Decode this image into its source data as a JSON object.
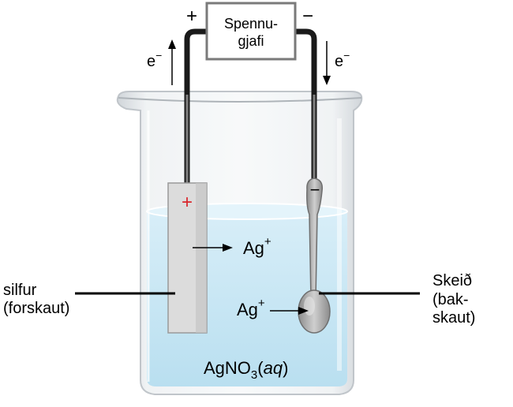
{
  "power_supply": {
    "label_line1": "Spennu-",
    "label_line2": "gjafi",
    "plus_sign": "+",
    "minus_sign": "−"
  },
  "electron_flow": {
    "left_label": "e",
    "left_sup": "−",
    "right_label": "e",
    "right_sup": "−"
  },
  "anode": {
    "sign": "+",
    "label_line1": "silfur",
    "label_line2": "(forskaut)"
  },
  "cathode": {
    "sign": "−",
    "label_line1": "Skeið",
    "label_line2": "(bak-",
    "label_line3": "skaut)"
  },
  "ions": {
    "ion1_base": "Ag",
    "ion1_sup": "+",
    "ion2_base": "Ag",
    "ion2_sup": "+"
  },
  "solution": {
    "formula_part1": "AgNO",
    "formula_sub": "3",
    "formula_part2": "(",
    "formula_italic": "aq",
    "formula_part3": ")"
  },
  "colors": {
    "solution": "#bfe3f2",
    "glass": "#d9dee2",
    "wire": "#1a1a1a",
    "plus_red": "#d9262b",
    "electrode": "#dcdcdc",
    "spoon": "#a6a6a6"
  }
}
